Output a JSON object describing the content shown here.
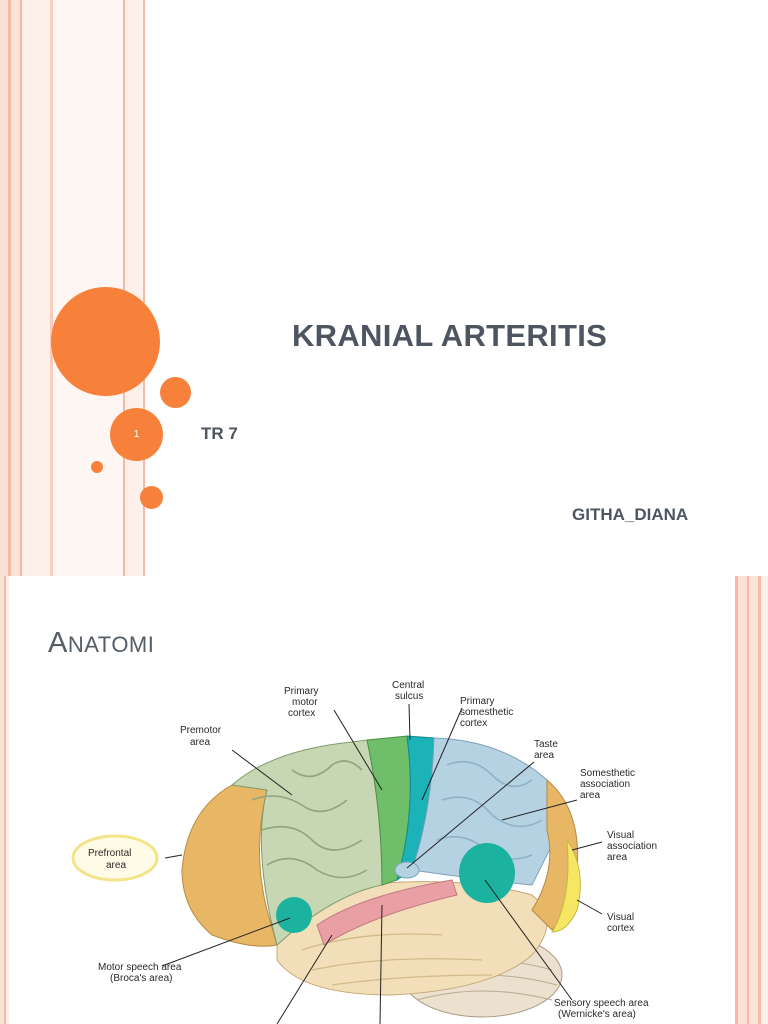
{
  "slide1": {
    "title": "KRANIAL ARTERITIS",
    "subtitle": "TR 7",
    "author": "GITHA_DIANA",
    "slide_number": "1"
  },
  "slide2": {
    "title_first_letter": "A",
    "title_rest": "NATOMI",
    "labels": {
      "premotor": [
        "Premotor",
        "area"
      ],
      "primary_motor": [
        "Primary",
        "motor",
        "cortex"
      ],
      "central_sulcus": [
        "Central",
        "sulcus"
      ],
      "primary_somesthetic": [
        "Primary",
        "somesthetic",
        "cortex"
      ],
      "taste": [
        "Taste",
        "area"
      ],
      "somesthetic_assoc": [
        "Somesthetic",
        "association",
        "area"
      ],
      "prefrontal": [
        "Prefrontal",
        "area"
      ],
      "visual_assoc": [
        "Visual",
        "association",
        "area"
      ],
      "visual_cortex": [
        "Visual",
        "cortex"
      ],
      "motor_speech": [
        "Motor speech area",
        "(Broca's area)"
      ],
      "sensory_speech": [
        "Sensory speech area",
        "(Wernicke's area)"
      ]
    }
  },
  "colors": {
    "accent": "#f7813b",
    "stripe_light": "#fbe0d6",
    "stripe_mid": "#f6b9a6",
    "title_text": "#4d5660"
  }
}
